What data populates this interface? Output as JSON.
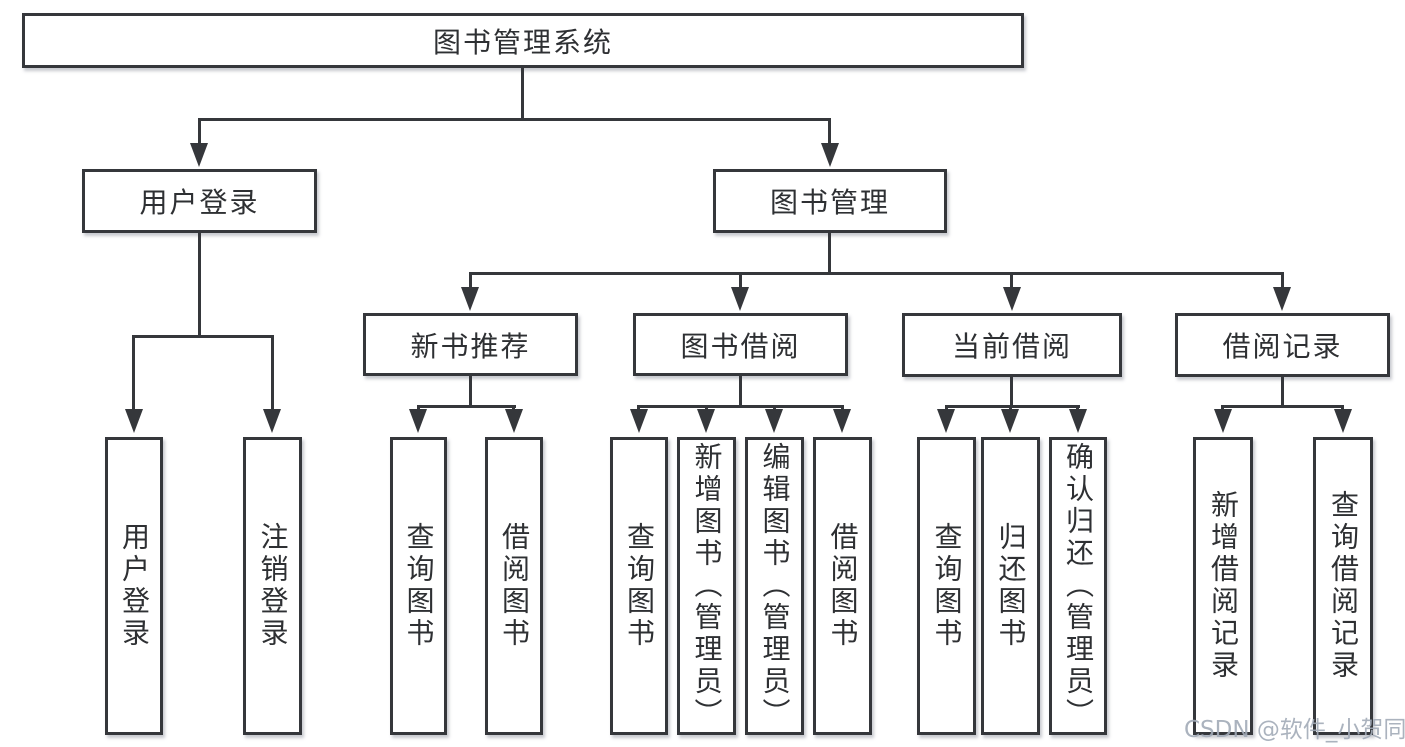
{
  "diagram": {
    "root": {
      "label": "图书管理系统"
    },
    "level2": [
      {
        "label": "用户登录"
      },
      {
        "label": "图书管理"
      }
    ],
    "level3": [
      {
        "label": "新书推荐"
      },
      {
        "label": "图书借阅"
      },
      {
        "label": "当前借阅"
      },
      {
        "label": "借阅记录"
      }
    ],
    "leaves": {
      "user_login": [
        {
          "label": "用户登录"
        },
        {
          "label": "注销登录"
        }
      ],
      "new_book_recommend": [
        {
          "label": "查询图书"
        },
        {
          "label": "借阅图书"
        }
      ],
      "book_borrow": [
        {
          "label": "查询图书"
        },
        {
          "label": "新增图书（管理员）"
        },
        {
          "label": "编辑图书（管理员）"
        },
        {
          "label": "借阅图书"
        }
      ],
      "current_borrow": [
        {
          "label": "查询图书"
        },
        {
          "label": "归还图书"
        },
        {
          "label": "确认归还（管理员）"
        }
      ],
      "borrow_records": [
        {
          "label": "新增借阅记录"
        },
        {
          "label": "查询借阅记录"
        }
      ]
    }
  },
  "watermark": {
    "text": "CSDN @软件_小贺同学"
  },
  "colors": {
    "line": "#35373b",
    "text": "#2e3033",
    "background": "#ffffff",
    "watermark": "#a2abb8"
  }
}
